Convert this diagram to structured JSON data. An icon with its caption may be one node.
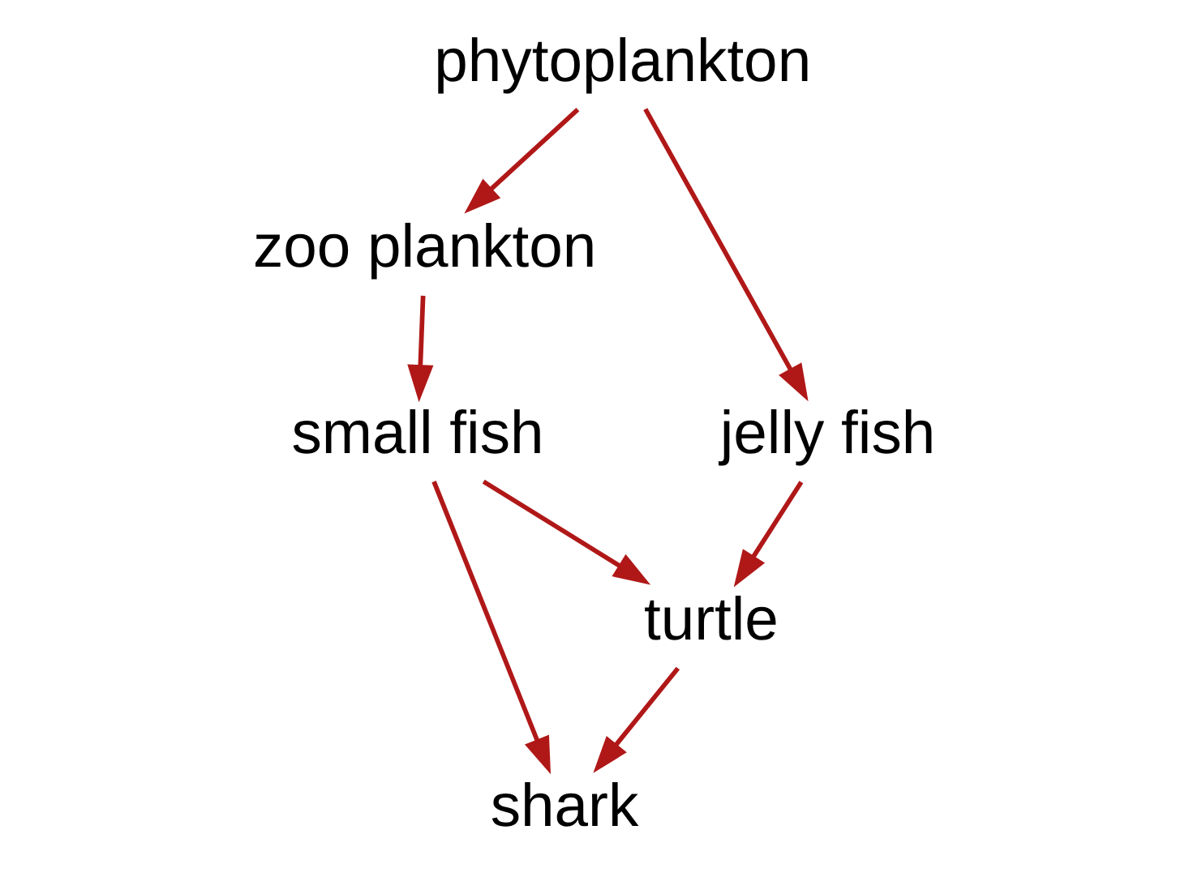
{
  "diagram": {
    "nodes": [
      {
        "text": [
          "turtle"
        ]
      },
      {
        "text": [
          "zoo plankton"
        ]
      },
      {
        "text": [
          "shark"
        ]
      },
      {
        "text": [
          "phytoplankton"
        ]
      },
      {
        "text": [
          "jelly fish"
        ]
      },
      {
        "text": [
          "small fish"
        ]
      }
    ],
    "edges": [
      {
        "from": 0,
        "to": 2,
        "arrow": "to"
      },
      {
        "from": 4,
        "to": 0,
        "arrow": "to"
      },
      {
        "from": 5,
        "to": 0,
        "arrow": "to"
      },
      {
        "from": 5,
        "to": 2,
        "arrow": "to"
      },
      {
        "from": 1,
        "to": 5,
        "arrow": "to"
      },
      {
        "from": 3,
        "to": 4,
        "arrow": "to"
      },
      {
        "from": 3,
        "to": 1,
        "arrow": "to"
      }
    ]
  }
}
